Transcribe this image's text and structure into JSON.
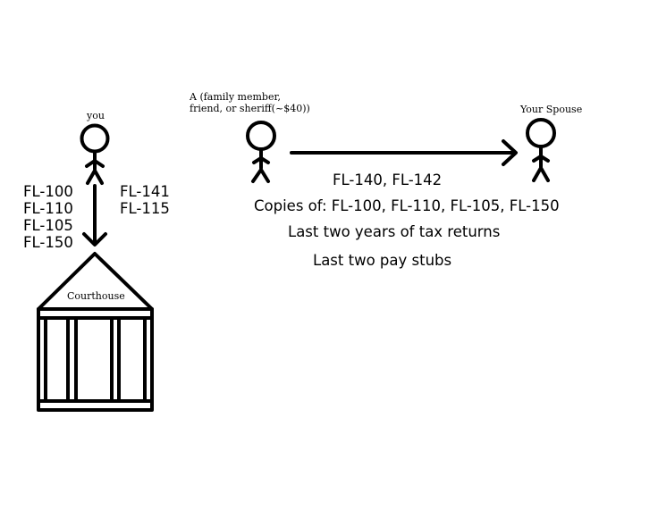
{
  "labels": {
    "you": "you",
    "messenger": [
      "A (family member,",
      "friend, or sheriff(~$40))"
    ],
    "spouse": "Your Spouse",
    "courthouse": "Courthouse"
  },
  "forms_to_court_left": [
    "FL-100",
    "FL-110",
    "FL-105",
    "FL-150"
  ],
  "forms_to_court_right": [
    "FL-141",
    "FL-115"
  ],
  "served_documents": {
    "forms": "FL-140, FL-142",
    "copies": "Copies of: FL-100, FL-110,  FL-105, FL-150",
    "tax_returns": "Last two years of tax returns",
    "pay_stubs": "Last two pay stubs"
  },
  "colors": {
    "ink": "#000000",
    "background": "#ffffff"
  }
}
